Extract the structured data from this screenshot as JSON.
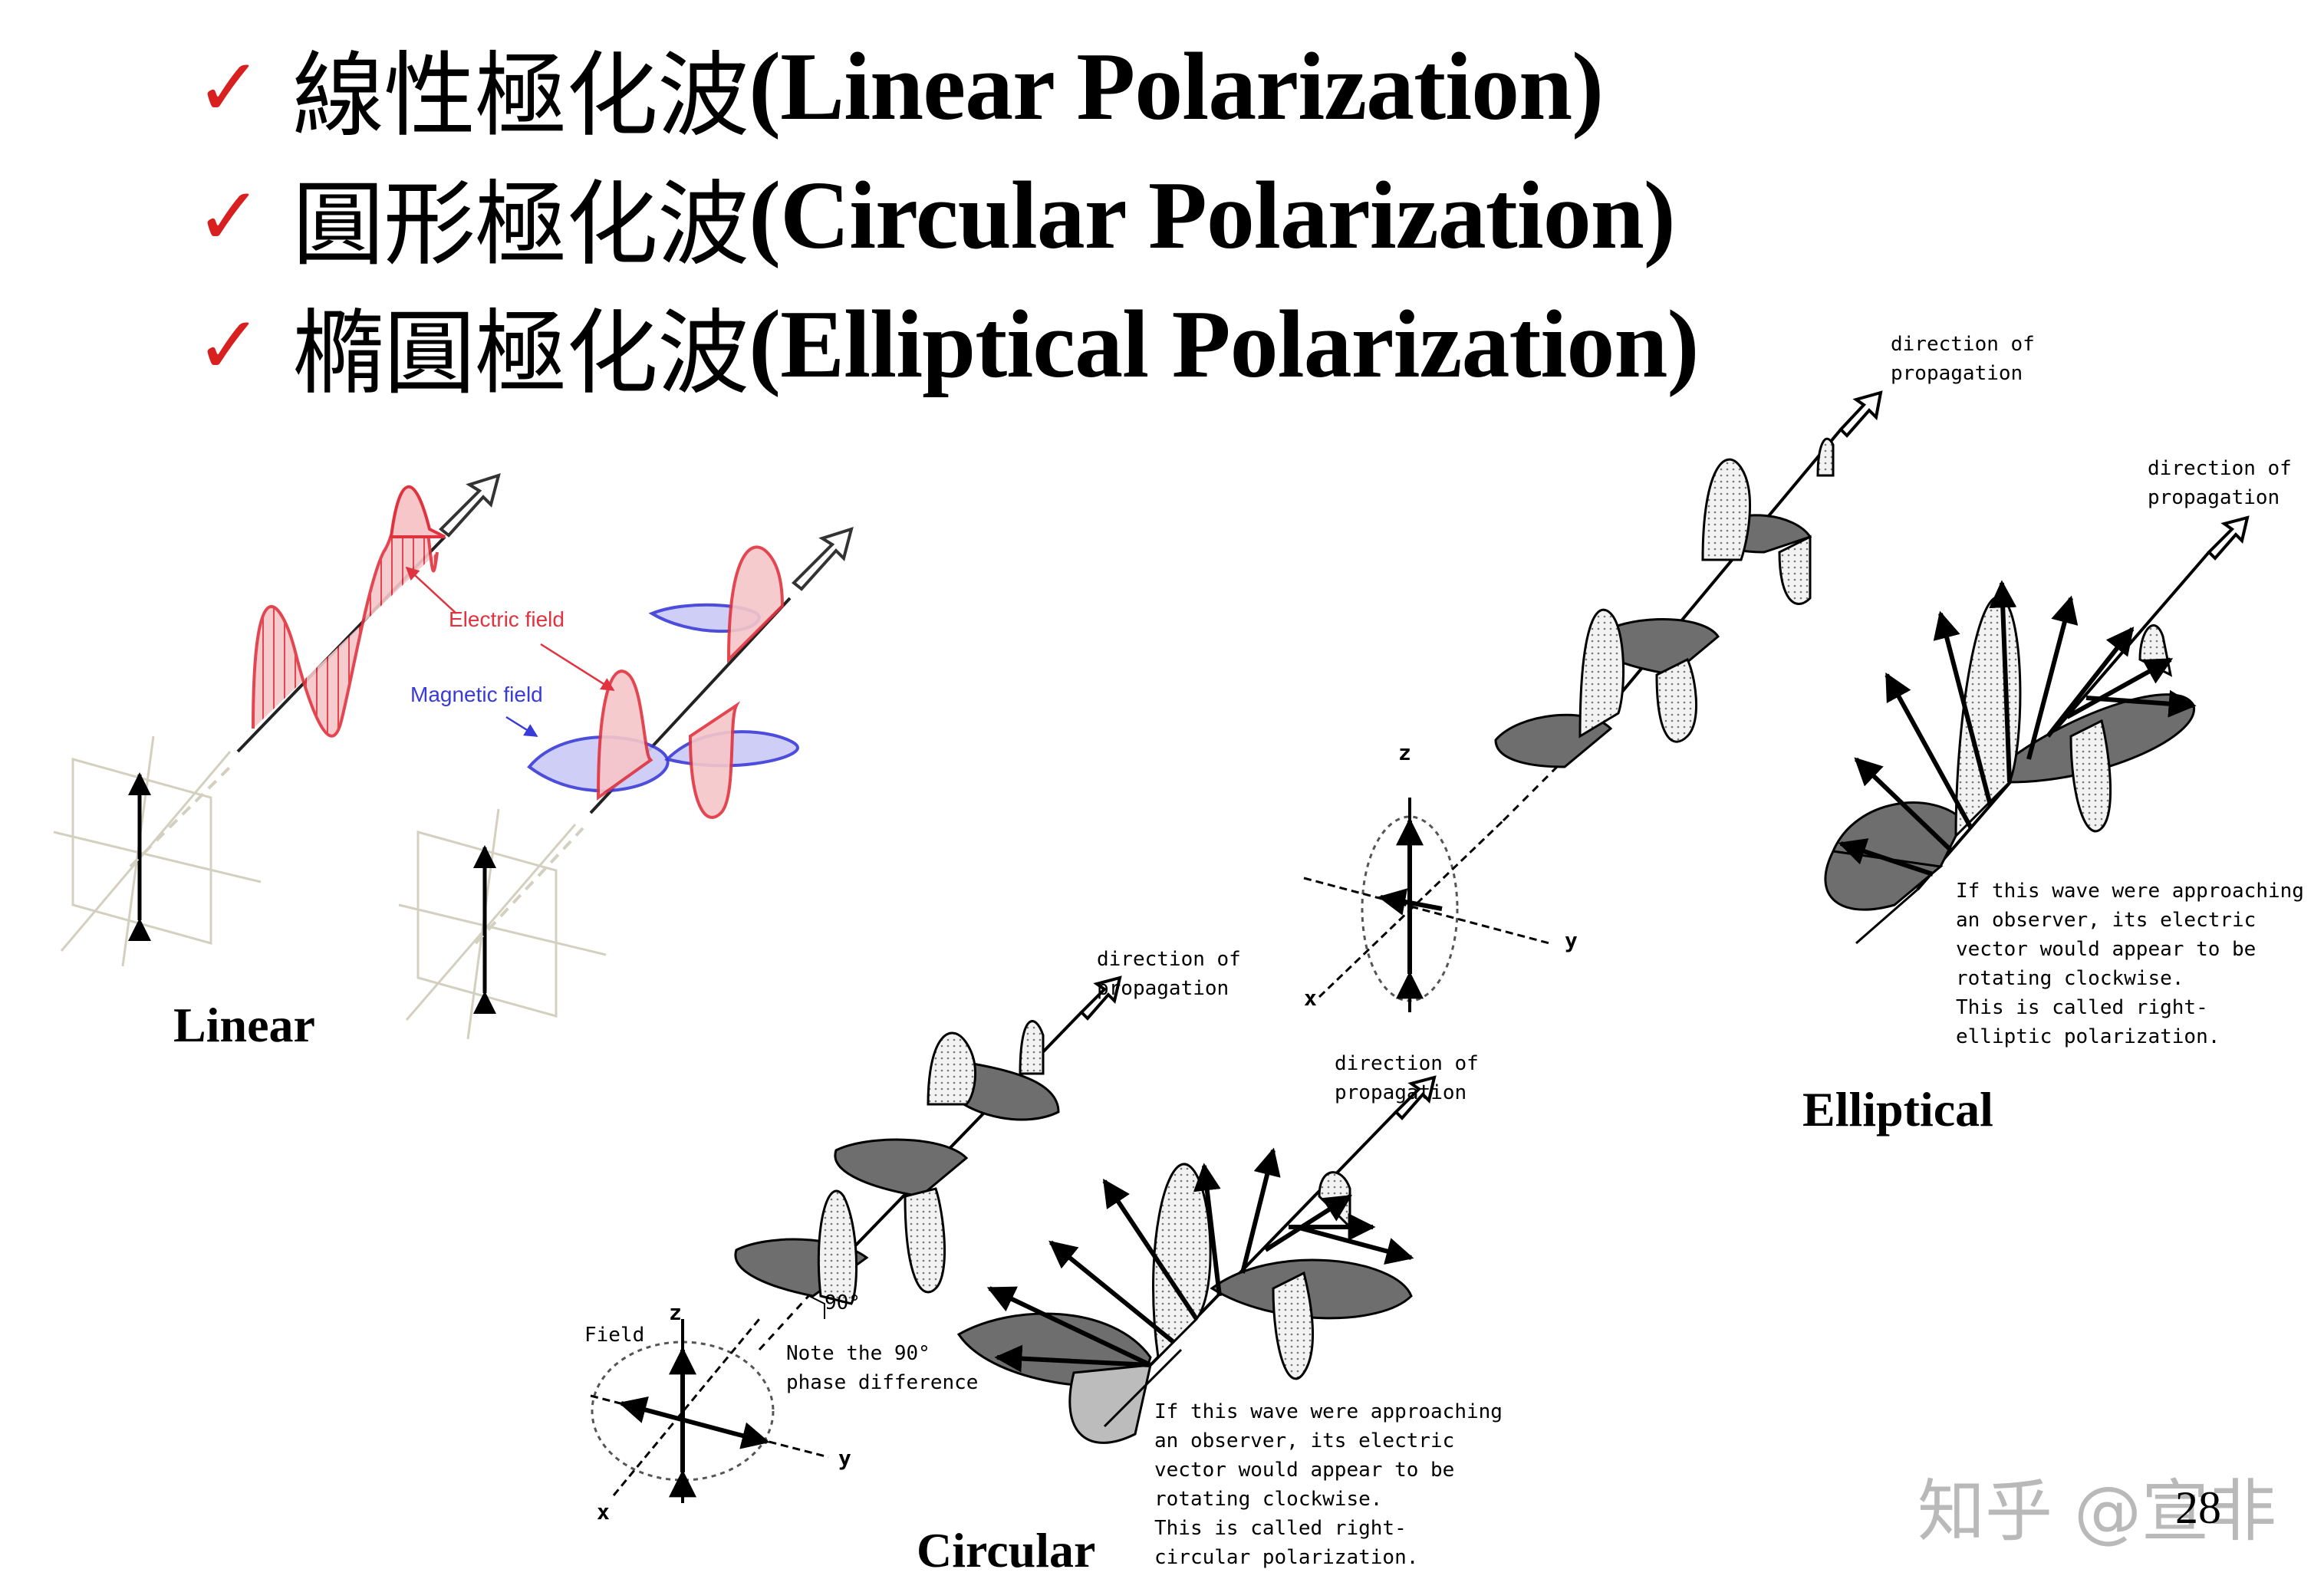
{
  "titles": [
    {
      "check": "✓",
      "cjk": "線性極化波",
      "latin": "(Linear Polarization)"
    },
    {
      "check": "✓",
      "cjk": "圓形極化波",
      "latin": "(Circular Polarization)"
    },
    {
      "check": "✓",
      "cjk": "橢圓極化波",
      "latin": "(Elliptical Polarization)"
    }
  ],
  "linear": {
    "caption": "Linear",
    "electric_label": "Electric field",
    "magnetic_label": "Magnetic field"
  },
  "circular": {
    "caption": "Circular",
    "direction_label_a": "direction of\npropagation",
    "direction_label_b": "direction of\npropagation",
    "angle_label": "90°",
    "phase_note": "Note the 90°\nphase difference",
    "field_label": "Field",
    "axis_z": "z",
    "axis_y": "y",
    "axis_x": "x",
    "observer_note": "If this wave were approaching\nan observer, its electric\nvector would appear to be\nrotating clockwise.\nThis is called right-\ncircular polarization."
  },
  "elliptical": {
    "caption": "Elliptical",
    "direction_label_a": "direction of\npropagation",
    "direction_label_b": "direction of\npropagation",
    "axis_z": "z",
    "axis_y": "y",
    "axis_x": "x",
    "observer_note": "If this wave were approaching\nan observer, its electric\nvector would appear to be\nrotating clockwise.\nThis is called right-\nelliptic polarization."
  },
  "watermark": "知乎 @宣非",
  "page_number": "28",
  "colors": {
    "check": "#d92020",
    "electric": "#e0333f",
    "magnetic": "#3a3ad8",
    "dark_fill": "#6e6e6e",
    "light_fill": "#d8d8d8"
  }
}
